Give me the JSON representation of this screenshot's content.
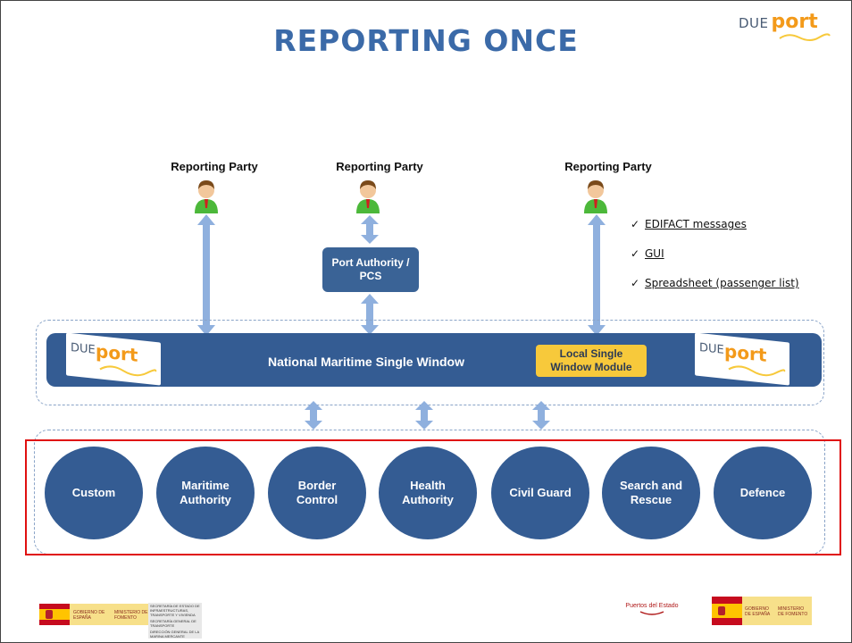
{
  "title": "REPORTING ONCE",
  "brand": {
    "due": "DUE",
    "port": "port"
  },
  "reporting_parties": [
    {
      "label": "Reporting Party"
    },
    {
      "label": "Reporting Party"
    },
    {
      "label": "Reporting Party"
    }
  ],
  "port_authority": {
    "line1": "Port Authority /",
    "line2": "PCS"
  },
  "checklist": [
    {
      "mark": "✓",
      "text": "EDIFACT messages"
    },
    {
      "mark": "✓",
      "text": "GUI"
    },
    {
      "mark": "✓",
      "text": "Spreadsheet (passenger list)"
    }
  ],
  "nmsw": {
    "label": "National Maritime Single Window"
  },
  "local_single_window": {
    "line1": "Local Single",
    "line2": "Window Module"
  },
  "authorities": [
    {
      "line1": "Custom",
      "line2": ""
    },
    {
      "line1": "Maritime",
      "line2": "Authority"
    },
    {
      "line1": "Border",
      "line2": "Control"
    },
    {
      "line1": "Health",
      "line2": "Authority"
    },
    {
      "line1": "Civil Guard",
      "line2": ""
    },
    {
      "line1": "Search and",
      "line2": "Rescue"
    },
    {
      "line1": "Defence",
      "line2": ""
    }
  ],
  "footer": {
    "gobierno": "GOBIERNO DE ESPAÑA",
    "ministerio": "MINISTERIO DE FOMENTO",
    "secretaria1": "SECRETARÍA DE ESTADO DE INFRAESTRUCTURAS, TRANSPORTE Y VIVIENDA",
    "secretaria2": "SECRETARÍA GENERAL DE TRANSPORTE",
    "direccion": "DIRECCIÓN GENERAL DE LA MARINA MERCANTE",
    "puertos": "Puertos del Estado"
  },
  "colors": {
    "title": "#3b6aa8",
    "box": "#345c93",
    "accent": "#f7c93b",
    "arrow": "#8fb0de",
    "frame": "#e01010"
  }
}
